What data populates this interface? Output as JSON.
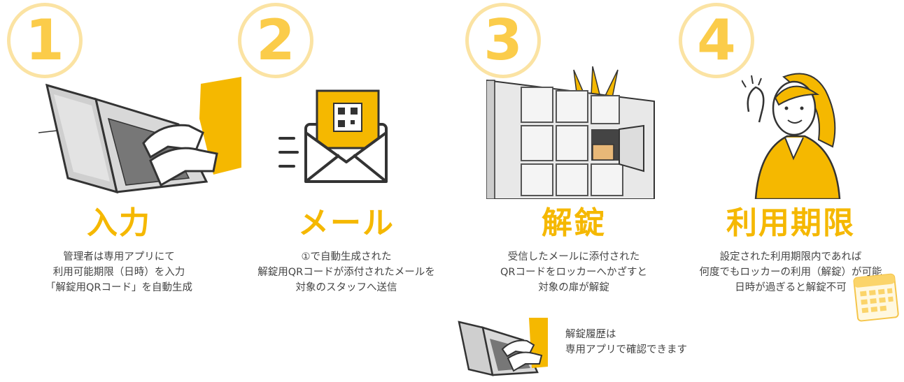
{
  "colors": {
    "accent": "#f5b800",
    "circle_border": "#fbe3a3",
    "text": "#444444"
  },
  "steps": [
    {
      "number": "1",
      "title": "入力",
      "lines": [
        "管理者は専用アプリにて",
        "利用可能期限（日時）を入力",
        "「解錠用QRコード」を自動生成"
      ],
      "icon": "laptop-typing-illustration"
    },
    {
      "number": "2",
      "title": "メール",
      "lines": [
        "①で自動生成された",
        "解錠用QRコードが添付されたメールを",
        "対象のスタッフへ送信"
      ],
      "icon": "email-qr-illustration"
    },
    {
      "number": "3",
      "title": "解錠",
      "lines": [
        "受信したメールに添付された",
        "QRコードをロッカーへかざすと",
        "対象の扉が解錠"
      ],
      "icon": "locker-open-illustration"
    },
    {
      "number": "4",
      "title": "利用期限",
      "lines": [
        "設定された利用期限内であれば",
        "何度でもロッカーの利用（解錠）が可能",
        "日時が過ぎると解錠不可"
      ],
      "icon": "woman-ok-illustration"
    }
  ],
  "history_note": {
    "lines": [
      "解錠履歴は",
      "専用アプリで確認できます"
    ],
    "icon": "laptop-small-illustration"
  }
}
